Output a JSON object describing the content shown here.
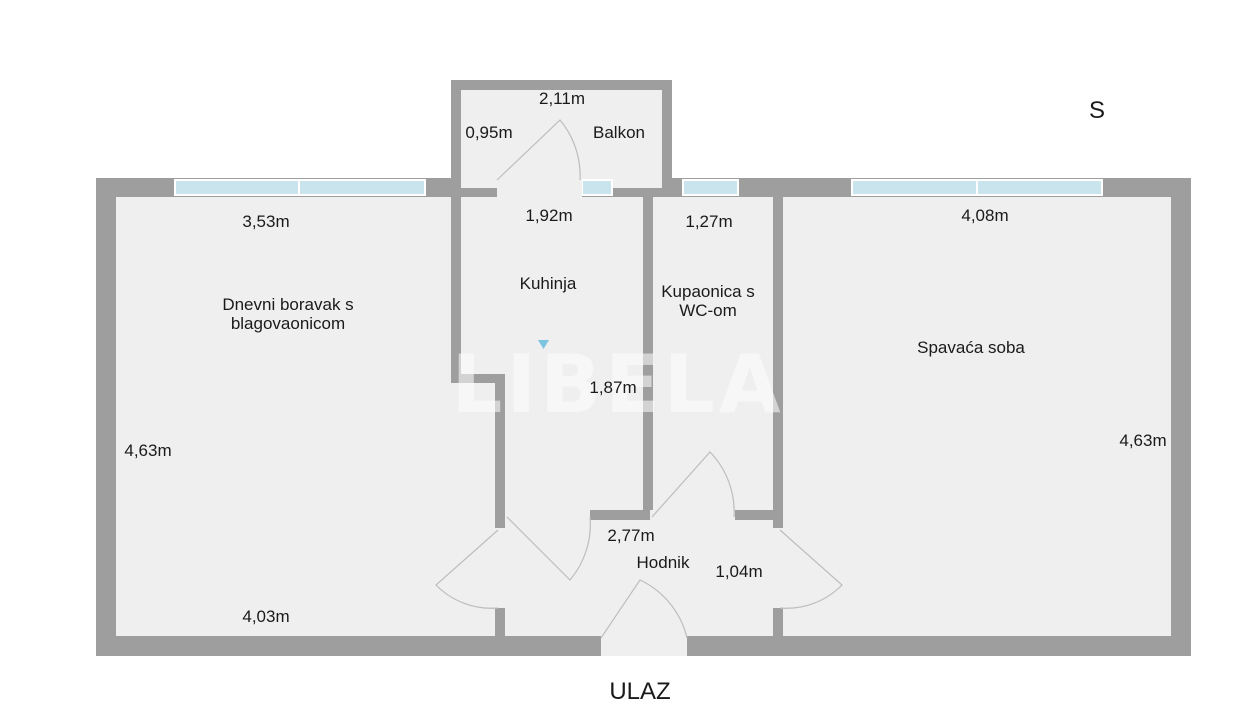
{
  "compass": "S",
  "entrance": "ULAZ",
  "watermark": "LIBELA",
  "rooms": {
    "balkon": {
      "name": "Balkon",
      "width": "2,11m",
      "depth": "0,95m"
    },
    "kuhinja": {
      "name": "Kuhinja",
      "width": "1,92m",
      "depth": "1,87m"
    },
    "kupaonica": {
      "name_line1": "Kupaonica s",
      "name_line2": "WC-om",
      "width": "1,27m"
    },
    "dnevni": {
      "name_line1": "Dnevni boravak s",
      "name_line2": "blagovaonicom",
      "width_top": "3,53m",
      "width_bottom": "4,03m",
      "depth": "4,63m"
    },
    "spavaca": {
      "name": "Spavaća soba",
      "width": "4,08m",
      "depth": "4,63m"
    },
    "hodnik": {
      "name": "Hodnik",
      "width": "2,77m",
      "depth": "1,04m"
    }
  },
  "colors": {
    "wall": "#9e9e9e",
    "floor": "#efefef",
    "window": "#c9e4ec",
    "marker": "#7cc3e0"
  }
}
